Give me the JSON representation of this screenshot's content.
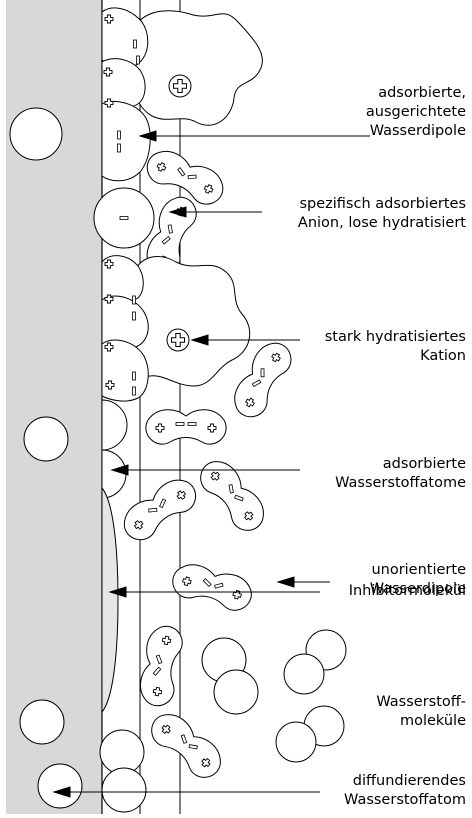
{
  "labels": [
    {
      "id": "water-dipoles-adsorbed",
      "lines": [
        "adsorbierte,",
        "ausgerichtete",
        "Wasserdipole"
      ]
    },
    {
      "id": "anion",
      "lines": [
        "spezifisch adsorbiertes",
        "Anion, lose hydratisiert"
      ]
    },
    {
      "id": "cation",
      "lines": [
        "stark hydratisiertes",
        "Kation"
      ]
    },
    {
      "id": "hydrogen-atoms",
      "lines": [
        "adsorbierte",
        "Wasserstoffatome"
      ]
    },
    {
      "id": "water-dipoles-unoriented",
      "lines": [
        "unorientierte",
        "Wasserdipole"
      ]
    },
    {
      "id": "inhibitor",
      "lines": [
        "Inhibitormolekül"
      ]
    },
    {
      "id": "hydrogen-molecules",
      "lines": [
        "Wasserstoff-",
        "moleküle"
      ]
    },
    {
      "id": "diffusing-atom",
      "lines": [
        "diffundierendes",
        "Wasserstoffatom"
      ]
    }
  ],
  "colors": {
    "metal": "#d8d8d8",
    "stroke": "#000000",
    "fill": "#ffffff"
  }
}
